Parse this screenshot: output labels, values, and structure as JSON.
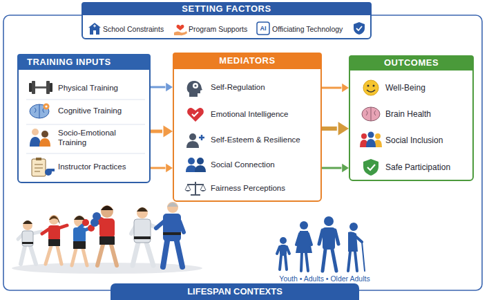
{
  "diagram": {
    "nodes": [
      {
        "text": [
          "SETTING FACTORS",
          "School Constraints",
          "Program Supports",
          "Officiating Technology"
        ]
      },
      {
        "text": [
          "TRAINING INPUTS",
          "Physical Training",
          "Cognitive Training",
          "Socio-Emotional Training",
          "Instructor Practices"
        ]
      },
      {
        "text": [
          "MEDIATORS",
          "Self-Regulation",
          "Emotional Intelligence",
          "Self-Esteem & Resilience",
          "Social Connection",
          "Fairness Perceptions"
        ]
      },
      {
        "text": [
          "OUTCOMES",
          "Well-Being",
          "Brain Health",
          "Social Inclusion",
          "Safe Participation"
        ]
      },
      {
        "text": [
          "LIFESPAN CONTEXTS"
        ]
      }
    ],
    "edges": [
      {
        "from": 1,
        "to": 2,
        "arrow": "to"
      },
      {
        "from": 1,
        "to": 2,
        "arrow": "to"
      },
      {
        "from": 1,
        "to": 2,
        "arrow": "to"
      },
      {
        "from": 2,
        "to": 3,
        "arrow": "to"
      },
      {
        "from": 2,
        "to": 3,
        "arrow": "to"
      },
      {
        "from": 2,
        "to": 3,
        "arrow": "to"
      }
    ],
    "labels": [
      "AI",
      "Youth • Adults • Older Adults"
    ]
  }
}
